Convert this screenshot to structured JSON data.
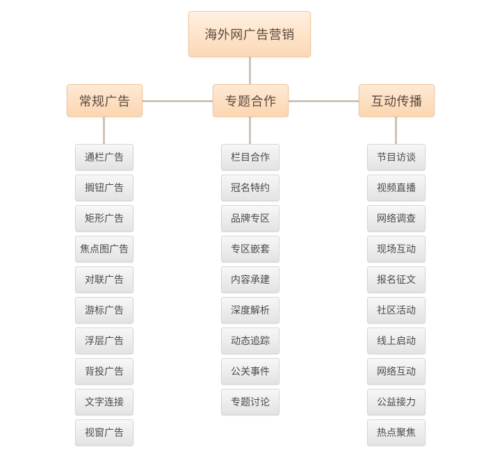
{
  "title": "海外网广告营销",
  "categories": [
    {
      "label": "常规广告",
      "items": [
        "通栏广告",
        "搁钮广告",
        "矩形广告",
        "焦点图广告",
        "对联广告",
        "游标广告",
        "浮层广告",
        "背投广告",
        "文字连接",
        "视窗广告"
      ]
    },
    {
      "label": "专题合作",
      "items": [
        "栏目合作",
        "冠名特约",
        "品牌专区",
        "专区嵌套",
        "内容承建",
        "深度解析",
        "动态追踪",
        "公关事件",
        "专题讨论"
      ]
    },
    {
      "label": "互动传播",
      "items": [
        "节目访谈",
        "视频直播",
        "网络调查",
        "现场互动",
        "报名征文",
        "社区活动",
        "线上启动",
        "网络互动",
        "公益接力",
        "热点聚焦"
      ]
    }
  ]
}
